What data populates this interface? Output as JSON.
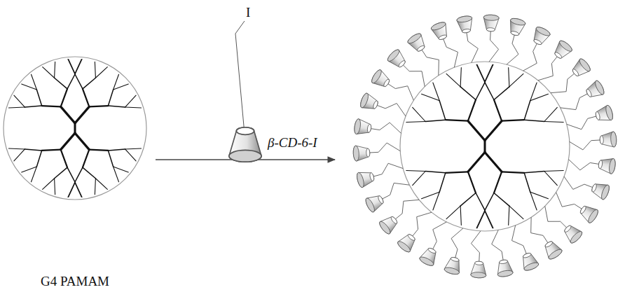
{
  "diagram": {
    "labels": [
      "G4 PAMAM",
      "I",
      "β-CD-6-I"
    ]
  }
}
